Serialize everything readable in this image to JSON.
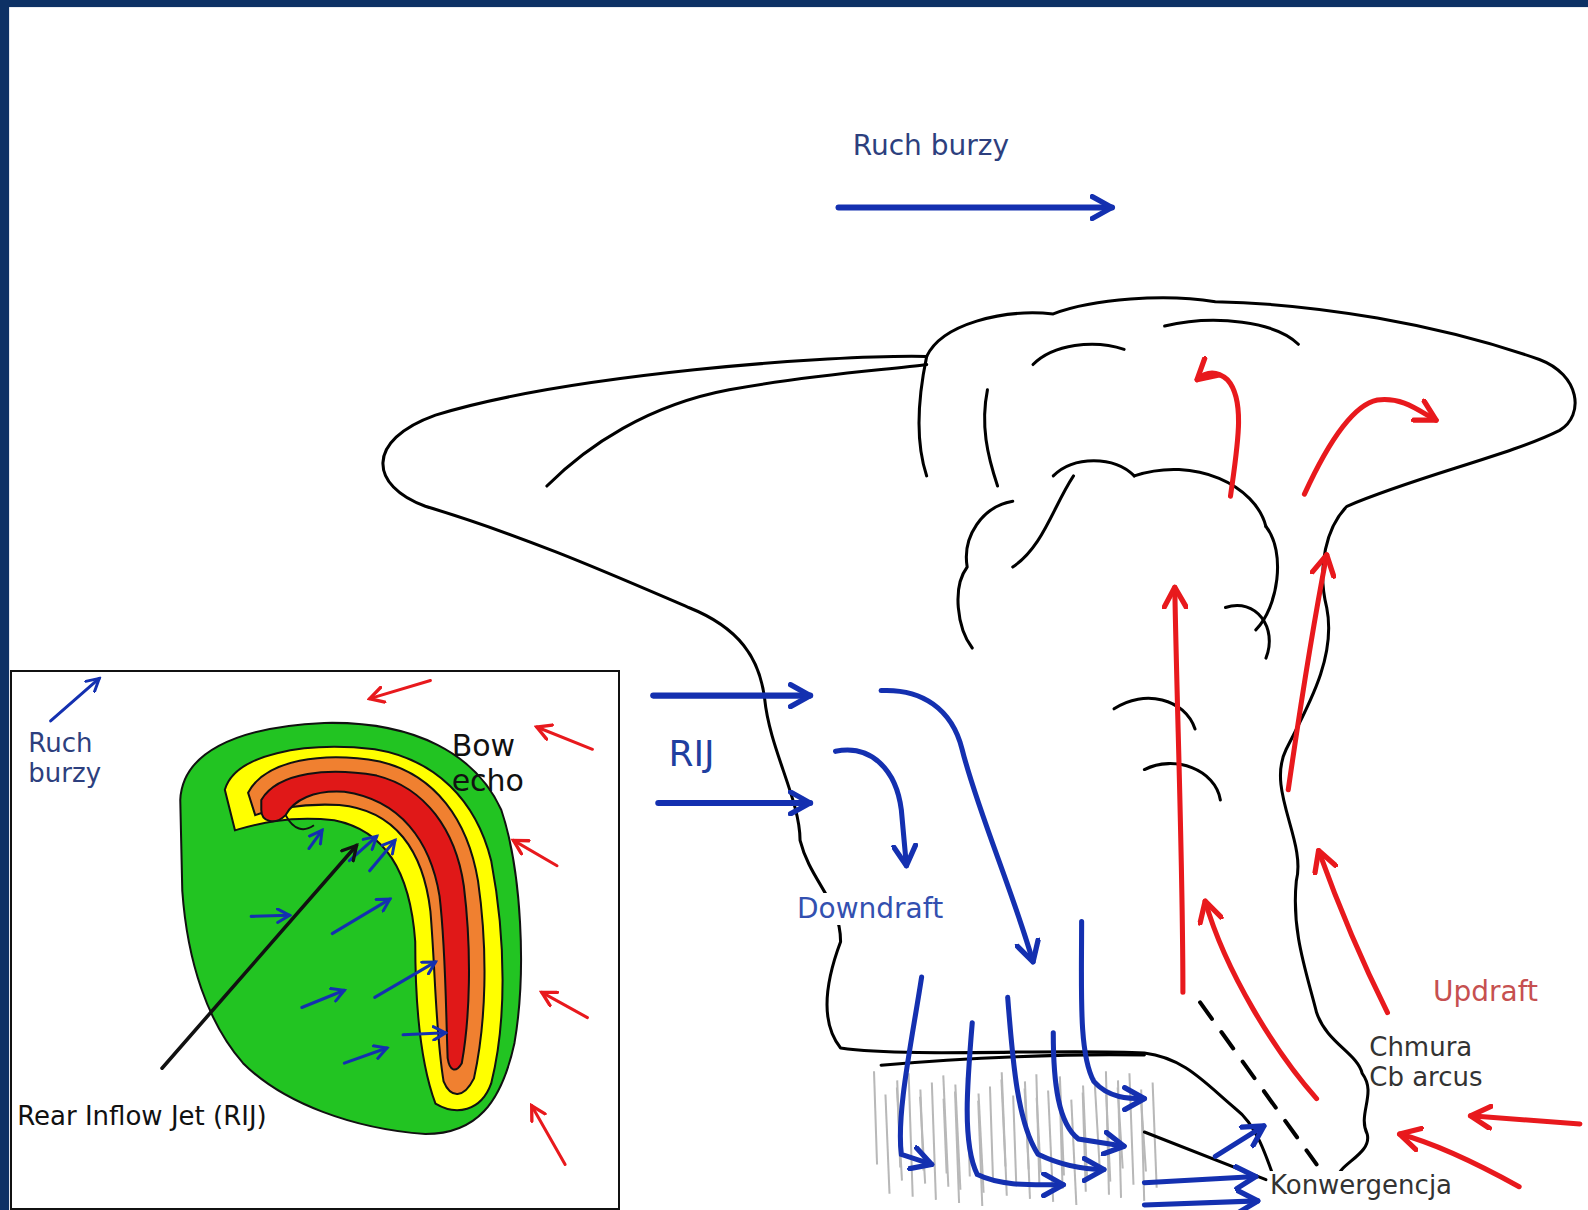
{
  "diagram": {
    "nodes": [
      {
        "text": [
          "Ruch burzy",
          "Bow echo",
          "Rear Inflow Jet (RIJ)"
        ]
      }
    ],
    "labels": [
      "Ruch burzy",
      "RIJ",
      "Downdraft",
      "Updraft",
      "Chmura Cb arcus",
      "Konwergencja"
    ]
  }
}
